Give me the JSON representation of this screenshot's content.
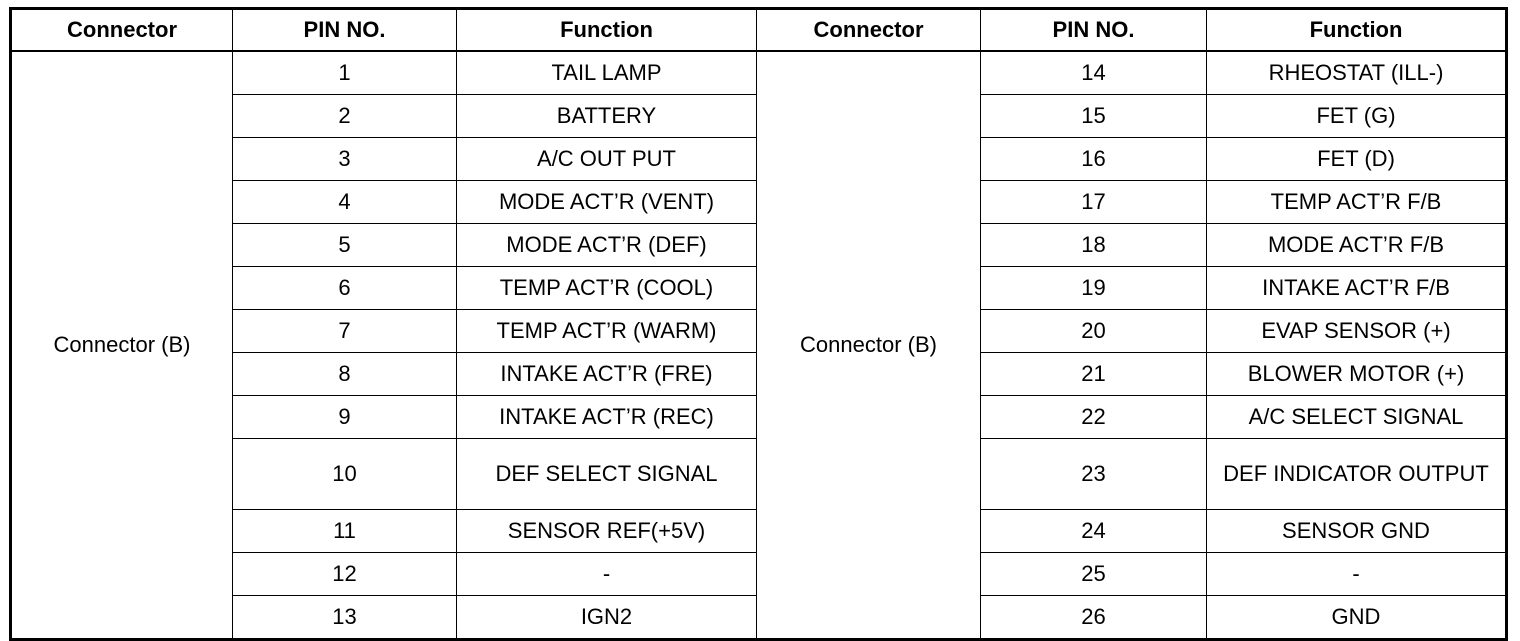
{
  "headers": {
    "connector": "Connector",
    "pin": "PIN NO.",
    "function": "Function"
  },
  "left_connector": "Connector (B)",
  "right_connector": "Connector (B)",
  "rows": [
    {
      "lpin": "1",
      "lfunc": "TAIL LAMP",
      "rpin": "14",
      "rfunc": "RHEOSTAT (ILL-)"
    },
    {
      "lpin": "2",
      "lfunc": "BATTERY",
      "rpin": "15",
      "rfunc": "FET (G)"
    },
    {
      "lpin": "3",
      "lfunc": "A/C OUT PUT",
      "rpin": "16",
      "rfunc": "FET (D)"
    },
    {
      "lpin": "4",
      "lfunc": "MODE ACT’R (VENT)",
      "rpin": "17",
      "rfunc": "TEMP ACT’R F/B"
    },
    {
      "lpin": "5",
      "lfunc": "MODE ACT’R (DEF)",
      "rpin": "18",
      "rfunc": "MODE ACT’R F/B"
    },
    {
      "lpin": "6",
      "lfunc": "TEMP ACT’R (COOL)",
      "rpin": "19",
      "rfunc": "INTAKE ACT’R F/B"
    },
    {
      "lpin": "7",
      "lfunc": "TEMP ACT’R (WARM)",
      "rpin": "20",
      "rfunc": "EVAP SENSOR (+)"
    },
    {
      "lpin": "8",
      "lfunc": "INTAKE ACT’R (FRE)",
      "rpin": "21",
      "rfunc": "BLOWER MOTOR (+)"
    },
    {
      "lpin": "9",
      "lfunc": "INTAKE ACT’R (REC)",
      "rpin": "22",
      "rfunc": "A/C SELECT SIGNAL"
    },
    {
      "lpin": "10",
      "lfunc": "DEF SELECT SIGNAL",
      "rpin": "23",
      "rfunc": "DEF INDICATOR OUTPUT"
    },
    {
      "lpin": "11",
      "lfunc": "SENSOR REF(+5V)",
      "rpin": "24",
      "rfunc": "SENSOR GND"
    },
    {
      "lpin": "12",
      "lfunc": "-",
      "rpin": "25",
      "rfunc": "-"
    },
    {
      "lpin": "13",
      "lfunc": "IGN2",
      "rpin": "26",
      "rfunc": "GND"
    }
  ]
}
